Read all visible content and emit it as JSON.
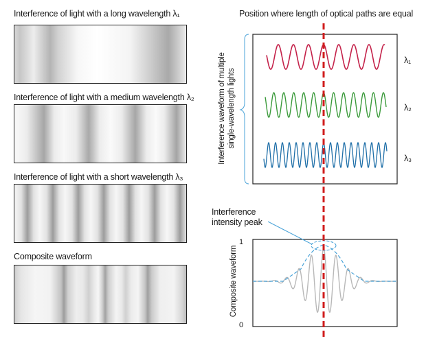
{
  "panels": {
    "long": {
      "title": "Interference of light with a long wavelength λ₁"
    },
    "medium": {
      "title": "Interference of light with a medium wavelength λ₂"
    },
    "short": {
      "title": "Interference of light with a short wavelength λ₃"
    },
    "composite": {
      "title": "Composite waveform"
    }
  },
  "top_label": "Position where length of optical paths are equal",
  "waveform_box": {
    "ylabel_line1": "Interference waveform of multiple",
    "ylabel_line2": "single-wavelength lights",
    "wavelengths": [
      "λ₁",
      "λ₂",
      "λ₃"
    ],
    "colors": {
      "l1": "#c4224a",
      "l2": "#3a9a3a",
      "l3": "#1f6fa8"
    }
  },
  "composite_box": {
    "ylabel": "Composite waveform",
    "y_top": "1",
    "y_bottom": "0",
    "peak_label_line1": "Interference",
    "peak_label_line2": "intensity peak"
  },
  "colors": {
    "center_line": "#d01c1c",
    "envelope": "#4aa3d8",
    "composite_wave": "#b8b8b8"
  }
}
